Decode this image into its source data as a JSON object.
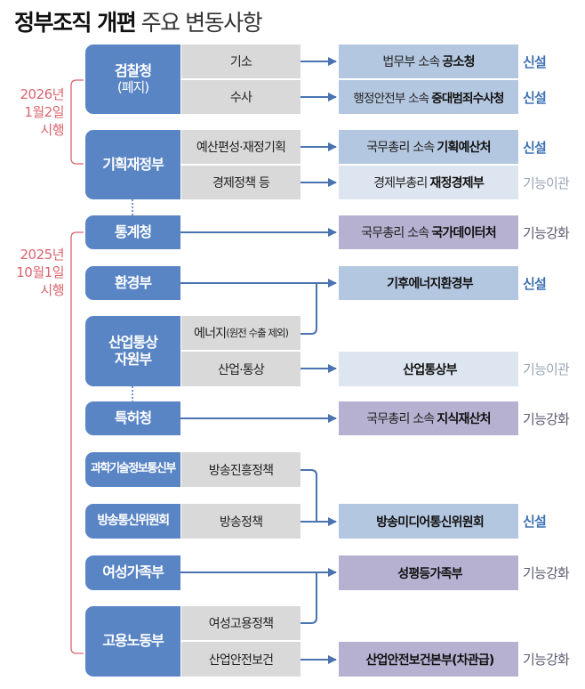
{
  "title": {
    "bold": "정부조직 개편",
    "light": "주요 변동사항"
  },
  "dates": [
    {
      "lines": [
        "2026년",
        "1월2일",
        "시행"
      ]
    },
    {
      "lines": [
        "2025년",
        "10월1일",
        "시행"
      ]
    }
  ],
  "colors": {
    "org_box": "#5a85c4",
    "function_box": "#d9d9da",
    "target_new": "#b4c7e0",
    "target_transfer": "#dde5f0",
    "target_strengthen": "#b6b1d1",
    "status_new": "#3f72b5",
    "status_transfer": "#9aa5b5",
    "status_strengthen": "#5c5c70",
    "date_bracket": "#d9646e",
    "connector": "#4a73b0"
  },
  "orgs": {
    "prosecution": {
      "name": "검찰청",
      "note": "(폐지)"
    },
    "finance": {
      "name": "기획재정부"
    },
    "statistics": {
      "name": "통계청"
    },
    "environment": {
      "name": "환경부"
    },
    "industry": {
      "name": "산업통상",
      "name2": "자원부"
    },
    "patent": {
      "name": "특허청"
    },
    "science": {
      "name": "과학기술정보통신부"
    },
    "broadcast": {
      "name": "방송통신위원회"
    },
    "gender": {
      "name": "여성가족부"
    },
    "labor": {
      "name": "고용노동부"
    }
  },
  "functions": {
    "indictment": "기소",
    "investigation": "수사",
    "budget": "예산편성·재정기획",
    "economic_policy": "경제정책 등",
    "energy": "에너지",
    "energy_note": "(원전 수출 제외)",
    "industry_trade": "산업·통상",
    "broadcast_promo": "방송진흥정책",
    "broadcast_policy": "방송정책",
    "women_employment": "여성고용정책",
    "industrial_safety": "산업안전보건"
  },
  "targets": {
    "prosecution_office": {
      "prefix": "법무부 소속",
      "name": "공소청",
      "status": "신설"
    },
    "serious_crime": {
      "prefix": "행정안전부 소속",
      "name": "중대범죄수사청",
      "status": "신설"
    },
    "budget_office": {
      "prefix": "국무총리 소속",
      "name": "기획예산처",
      "status": "신설"
    },
    "finance_economy": {
      "prefix": "경제부총리",
      "name": "재정경제부",
      "status": "기능이관"
    },
    "national_data": {
      "prefix": "국무총리 소속",
      "name": "국가데이터처",
      "status": "기능강화"
    },
    "climate_energy": {
      "prefix": "",
      "name": "기후에너지환경부",
      "status": "신설"
    },
    "industry_trade": {
      "prefix": "",
      "name": "산업통상부",
      "status": "기능이관"
    },
    "ip_office": {
      "prefix": "국무총리 소속",
      "name": "지식재산처",
      "status": "기능강화"
    },
    "broadcast_media": {
      "prefix": "",
      "name": "방송미디어통신위원회",
      "status": "신설"
    },
    "gender_equality": {
      "prefix": "",
      "name": "성평등가족부",
      "status": "기능강화"
    },
    "safety_hq": {
      "prefix": "",
      "name": "산업안전보건본부(차관급)",
      "status": "기능강화"
    }
  }
}
